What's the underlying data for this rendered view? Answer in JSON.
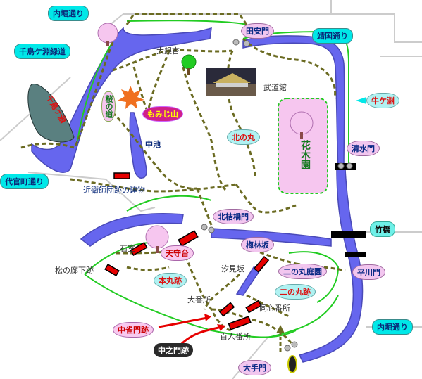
{
  "map": {
    "labels": {
      "uchibori_top": "内堀通り",
      "chidorigafuchi_ryokudo": "千鳥ケ淵緑道",
      "chidorigafuchi": "千鳥ケ淵",
      "dainkan_gomon": "代官町通り",
      "tayasumon": "田安門",
      "yasukuni_dori": "靖国通り",
      "ushigafuchi": "牛ケ淵",
      "shimizumon": "清水門",
      "takebashi": "竹橋",
      "hirakawamon": "平川門",
      "uchibori_right": "内堀通り",
      "otemon": "大手門",
      "oichou": "大銀杏",
      "budokan": "武道館",
      "momijiyama": "もみじ山",
      "sakura_vertical": "桜の道",
      "kitanomaru": "北の丸",
      "nakaike": "中池",
      "kaen": "花木園",
      "konoe": "近衛師団跡の建物",
      "kitahanebashimon": "北桔橋門",
      "ishimuro": "石室",
      "tenshudai": "天守台",
      "baibaizaka": "梅林坂",
      "matsunoroka": "松の廊下跡",
      "shiomizaka": "汐見坂",
      "ninomaru_garden": "二の丸庭園",
      "honmaru": "本丸跡",
      "ninomaru": "二の丸跡",
      "obansho": "大番所",
      "doshinbansho": "同心番所",
      "nakajakumon": "中雀門跡",
      "hyakuninbansho": "百人番所",
      "nakanomon": "中之門跡"
    },
    "icons": [
      "tree-icon",
      "sakura-tree-icon",
      "maple-leaf-icon",
      "budokan-photo"
    ],
    "colors": {
      "moat": "#6666ee",
      "moat_edge": "#4a4ab8",
      "path": "#6b6b22",
      "green_line": "#22cc22",
      "gate_pink": "#f2c6ef",
      "tag_cyan": "#00e8e8"
    }
  }
}
